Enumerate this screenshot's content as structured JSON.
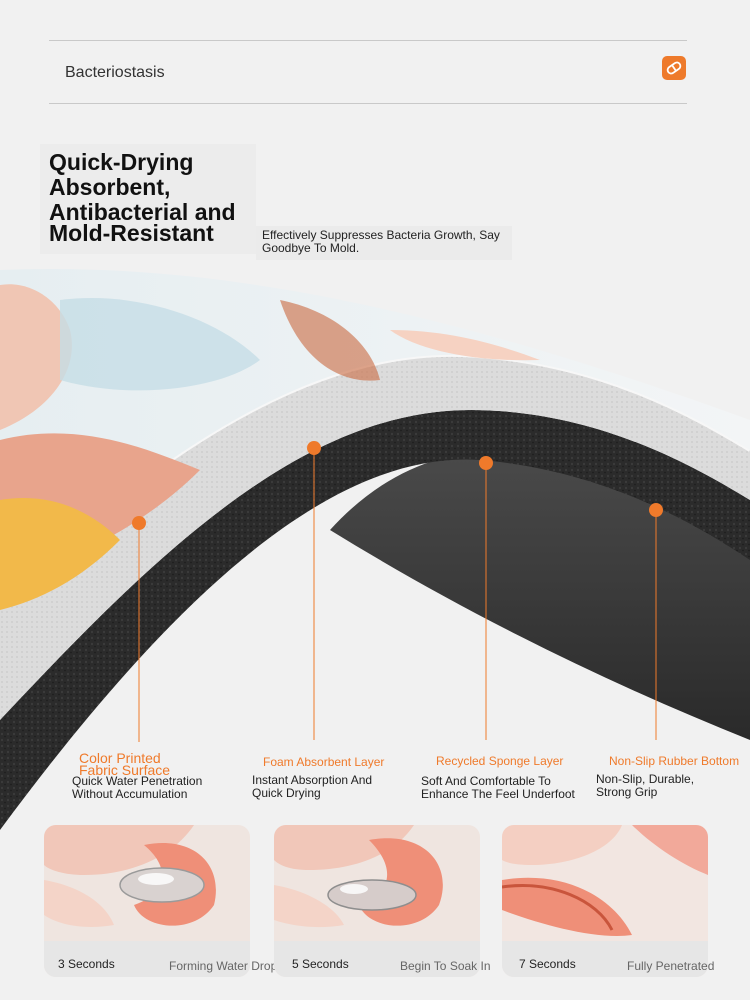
{
  "topbar": {
    "label": "Bacteriostasis",
    "icon": "pill-capsule-icon"
  },
  "headline": {
    "lines": [
      "Quick-Drying",
      "Absorbent,",
      "Antibacterial and",
      "Mold-Resistant"
    ]
  },
  "subtext": "Effectively Suppresses Bacteria Growth, Say Goodbye To Mold.",
  "colors": {
    "accent": "#ef7a2b",
    "background": "#f1f1f1"
  },
  "layers": [
    {
      "title": "Color Printed Fabric Surface",
      "desc": "Quick Water Penetration Without Accumulation"
    },
    {
      "title": "Foam Absorbent Layer",
      "desc": "Instant Absorption And Quick Drying"
    },
    {
      "title": "Recycled Sponge Layer",
      "desc": "Soft And Comfortable To Enhance The Feel Underfoot"
    },
    {
      "title": "Non-Slip Rubber Bottom",
      "desc": "Non-Slip, Durable, Strong Grip"
    }
  ],
  "stages": [
    {
      "time": "3 Seconds",
      "caption": "Forming Water Droplets"
    },
    {
      "time": "5 Seconds",
      "caption": "Begin To Soak In"
    },
    {
      "time": "7 Seconds",
      "caption": "Fully Penetrated"
    }
  ]
}
